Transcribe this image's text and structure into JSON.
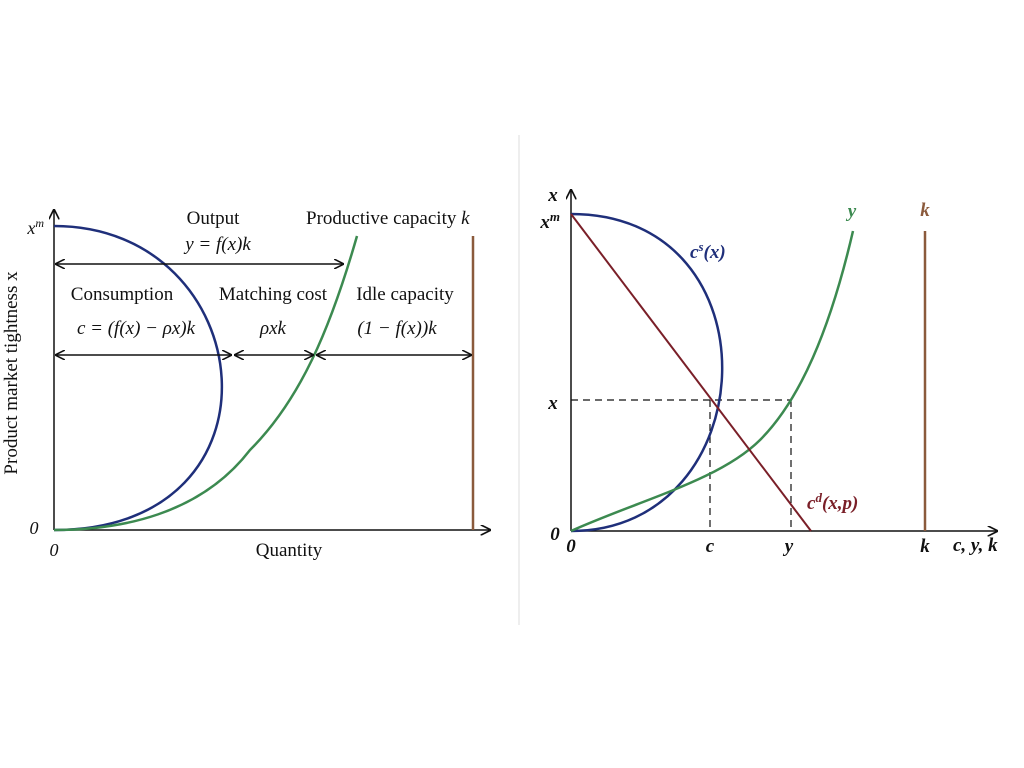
{
  "colors": {
    "blue": "#1f2f7a",
    "green": "#3c8a50",
    "brown": "#8b5a3c",
    "maroon": "#7a1f28",
    "black": "#111111",
    "divider": "#dddddd"
  },
  "left": {
    "y_axis_label": "Product market tightness x",
    "x_axis_label": "Quantity",
    "y_top_tick": "x",
    "y_top_tick_sup": "m",
    "y_zero_tick": "0",
    "x_zero_tick": "0",
    "output_label": "Output",
    "output_formula": "y = f(x)k",
    "capacity_label": "Productive capacity",
    "capacity_symbol": "k",
    "consumption_label": "Consumption",
    "consumption_formula": "c = (f(x) − ρx)k",
    "matching_label": "Matching cost",
    "matching_formula": "ρxk",
    "idle_label": "Idle capacity",
    "idle_formula": "(1 − f(x))k"
  },
  "right": {
    "y_axis_symbol": "x",
    "x_axis_label": "c, y, k",
    "y_top_tick": "x",
    "y_top_tick_sup": "m",
    "y_mid_tick": "x",
    "y_zero_tick": "0",
    "x_zero_tick": "0",
    "x_tick_c": "c",
    "x_tick_y": "y",
    "x_tick_k": "k",
    "supply_label_base": "c",
    "supply_label_sup": "s",
    "supply_label_args": "(x)",
    "demand_label_base": "c",
    "demand_label_sup": "d",
    "demand_label_args": "(x,p)",
    "y_curve_label": "y",
    "k_line_label": "k"
  }
}
